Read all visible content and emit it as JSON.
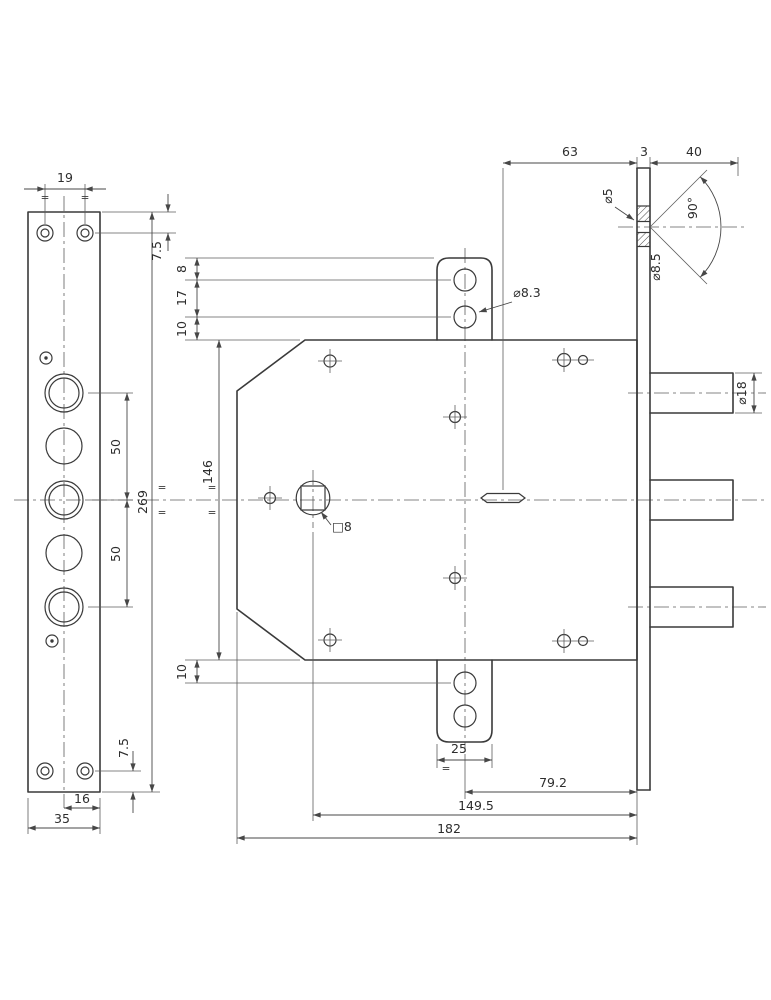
{
  "front_view": {
    "hole_spacing_top": "19",
    "top_edge_offset": "7.5",
    "total_height": "269",
    "pitch_upper": "50",
    "pitch_lower": "50",
    "bottom_edge_offset": "7.5",
    "hole_edge_offset": "16",
    "plate_width": "35"
  },
  "side_view": {
    "tab_edge_to_hole": "8",
    "tab_hole_pitch": "17",
    "tab_hole_to_body": "10",
    "body_height": "146",
    "body_to_tab_hole": "10",
    "key_to_faceplate_h": "63",
    "faceplate_thickness": "3",
    "bolt_throw": "40",
    "screw_hole_dia": "⌀5",
    "countersink_angle": "90°",
    "countersink_dia": "⌀8.5",
    "tab_hole_dia": "⌀8.3",
    "tab_width": "25",
    "key_backset": "79.2",
    "spindle_backset": "149.5",
    "body_length": "182",
    "bolt_dia": "⌀18",
    "spindle_square": "□8"
  },
  "marks": {
    "equal": "="
  }
}
